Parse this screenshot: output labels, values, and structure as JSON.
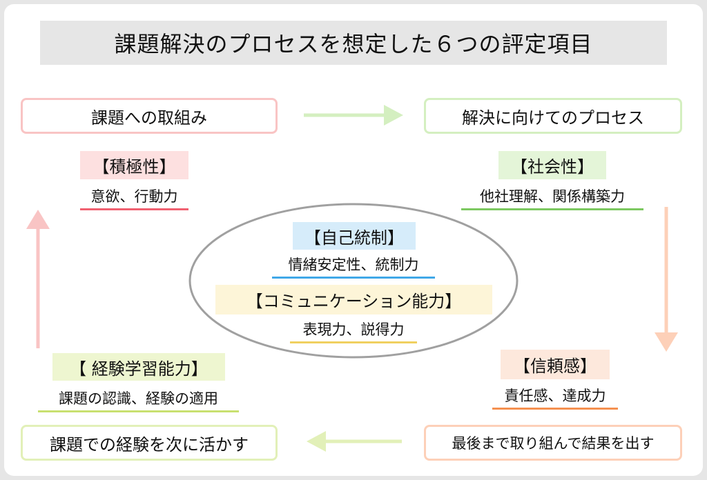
{
  "title": "課題解決のプロセスを想定した６つの評定項目",
  "steps": {
    "top_left": "課題への取組み",
    "top_right": "解決に向けてのプロセス",
    "bottom_right": "最後まで取り組んで結果を出す",
    "bottom_left": "課題での経験を次に活かす"
  },
  "items": {
    "proactivity": {
      "label": "【積極性】",
      "desc": "意欲、行動力"
    },
    "sociality": {
      "label": "【社会性】",
      "desc": "他社理解、関係構築力"
    },
    "reliability": {
      "label": "【信頼感】",
      "desc": "責任感、達成力"
    },
    "learning": {
      "label": "【 経験学習能力】",
      "desc": "課題の認識、経験の適用"
    },
    "self_control": {
      "label": "【自己統制】",
      "desc": "情緒安定性、統制力"
    },
    "communication": {
      "label": "【コミュニケーション能力】",
      "desc": "表現力、説得力"
    }
  },
  "colors": {
    "pink": "#f9b8b8",
    "green": "#d4efc0",
    "orange": "#fdd0b8",
    "lime": "#e2f0b8",
    "blue": "#d6ecfa",
    "yellow": "#fdf5d8"
  }
}
